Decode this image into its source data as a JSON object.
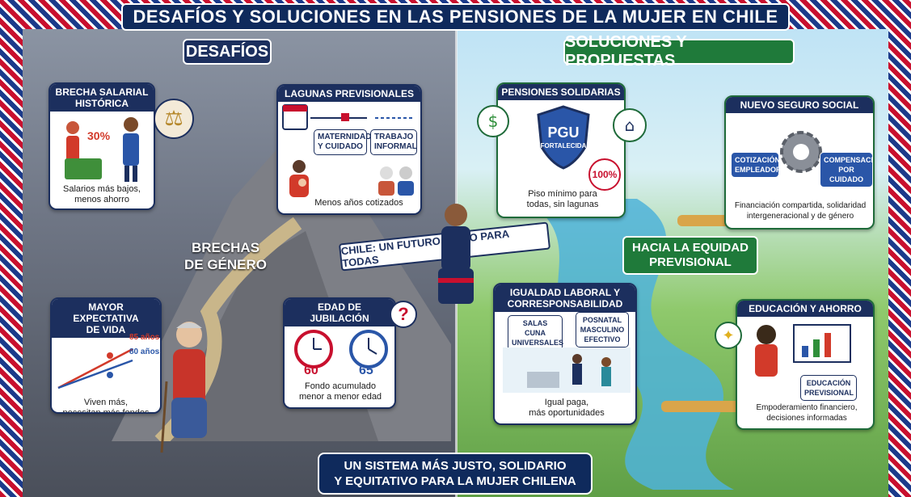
{
  "title": "DESAFÍOS Y SOLUCIONES EN LAS PENSIONES DE LA MUJER EN CHILE",
  "left": {
    "header": "DESAFÍOS",
    "center_label": "BRECHAS\nDE GÉNERO",
    "brecha_salarial": {
      "title": "BRECHA SALARIAL\nHISTÓRICA",
      "percent": "30%",
      "caption": "Salarios más bajos,\nmenos ahorro"
    },
    "lagunas": {
      "title": "LAGUNAS PREVISIONALES",
      "tag_maternidad": "MATERNIDAD\nY CUIDADO",
      "tag_trabajo": "TRABAJO\nINFORMAL",
      "caption": "Menos años cotizados"
    },
    "expectativa": {
      "title": "MAYOR EXPECTATIVA\nDE VIDA",
      "women_age": "85 años",
      "men_age": "80 años",
      "caption": "Viven más,\nnecesitan más fondos"
    },
    "jubilacion": {
      "title": "EDAD DE JUBILACIÓN",
      "age_women": "60",
      "age_men": "65",
      "caption": "Fondo acumulado\nmenor a menor edad"
    }
  },
  "right": {
    "header": "SOLUCIONES Y PROPUESTAS",
    "pensiones": {
      "title": "PENSIONES SOLIDARIAS",
      "shield_main": "PGU",
      "shield_sub": "FORTALECIDA",
      "percent": "100%",
      "caption": "Piso mínimo para\ntodas, sin lagunas"
    },
    "seguro": {
      "title": "NUEVO SEGURO SOCIAL",
      "tag_cotizacion": "COTIZACIÓN\nEMPLEADOR",
      "tag_compensacion": "COMPENSACIÓN\nPOR CUIDADO",
      "caption": "Financiación compartida, solidaridad\nintergeneracional y de género"
    },
    "equity_banner": "HACIA LA EQUIDAD\nPREVISIONAL",
    "igualdad": {
      "title": "IGUALDAD LABORAL Y\nCORRESPONSABILIDAD",
      "tag_salas": "SALAS CUNA\nUNIVERSALES",
      "tag_posnatal": "POSNATAL\nMASCULINO\nEFECTIVO",
      "caption": "Igual paga,\nmás oportunidades"
    },
    "educacion": {
      "title": "EDUCACIÓN Y AHORRO",
      "tag": "EDUCACIÓN\nPREVISIONAL",
      "caption": "Empoderamiento financiero,\ndecisiones informadas"
    }
  },
  "ribbon": "CHILE: UN FUTURO DIGNO PARA TODAS",
  "footer": "UN SISTEMA MÁS JUSTO, SOLIDARIO\nY EQUITATIVO PARA LA MUJER CHILENA",
  "colors": {
    "navy": "#1c2f5e",
    "green": "#1f7a3a",
    "red": "#c8102e",
    "women_line": "#d23a2a",
    "men_line": "#2a56a8"
  }
}
